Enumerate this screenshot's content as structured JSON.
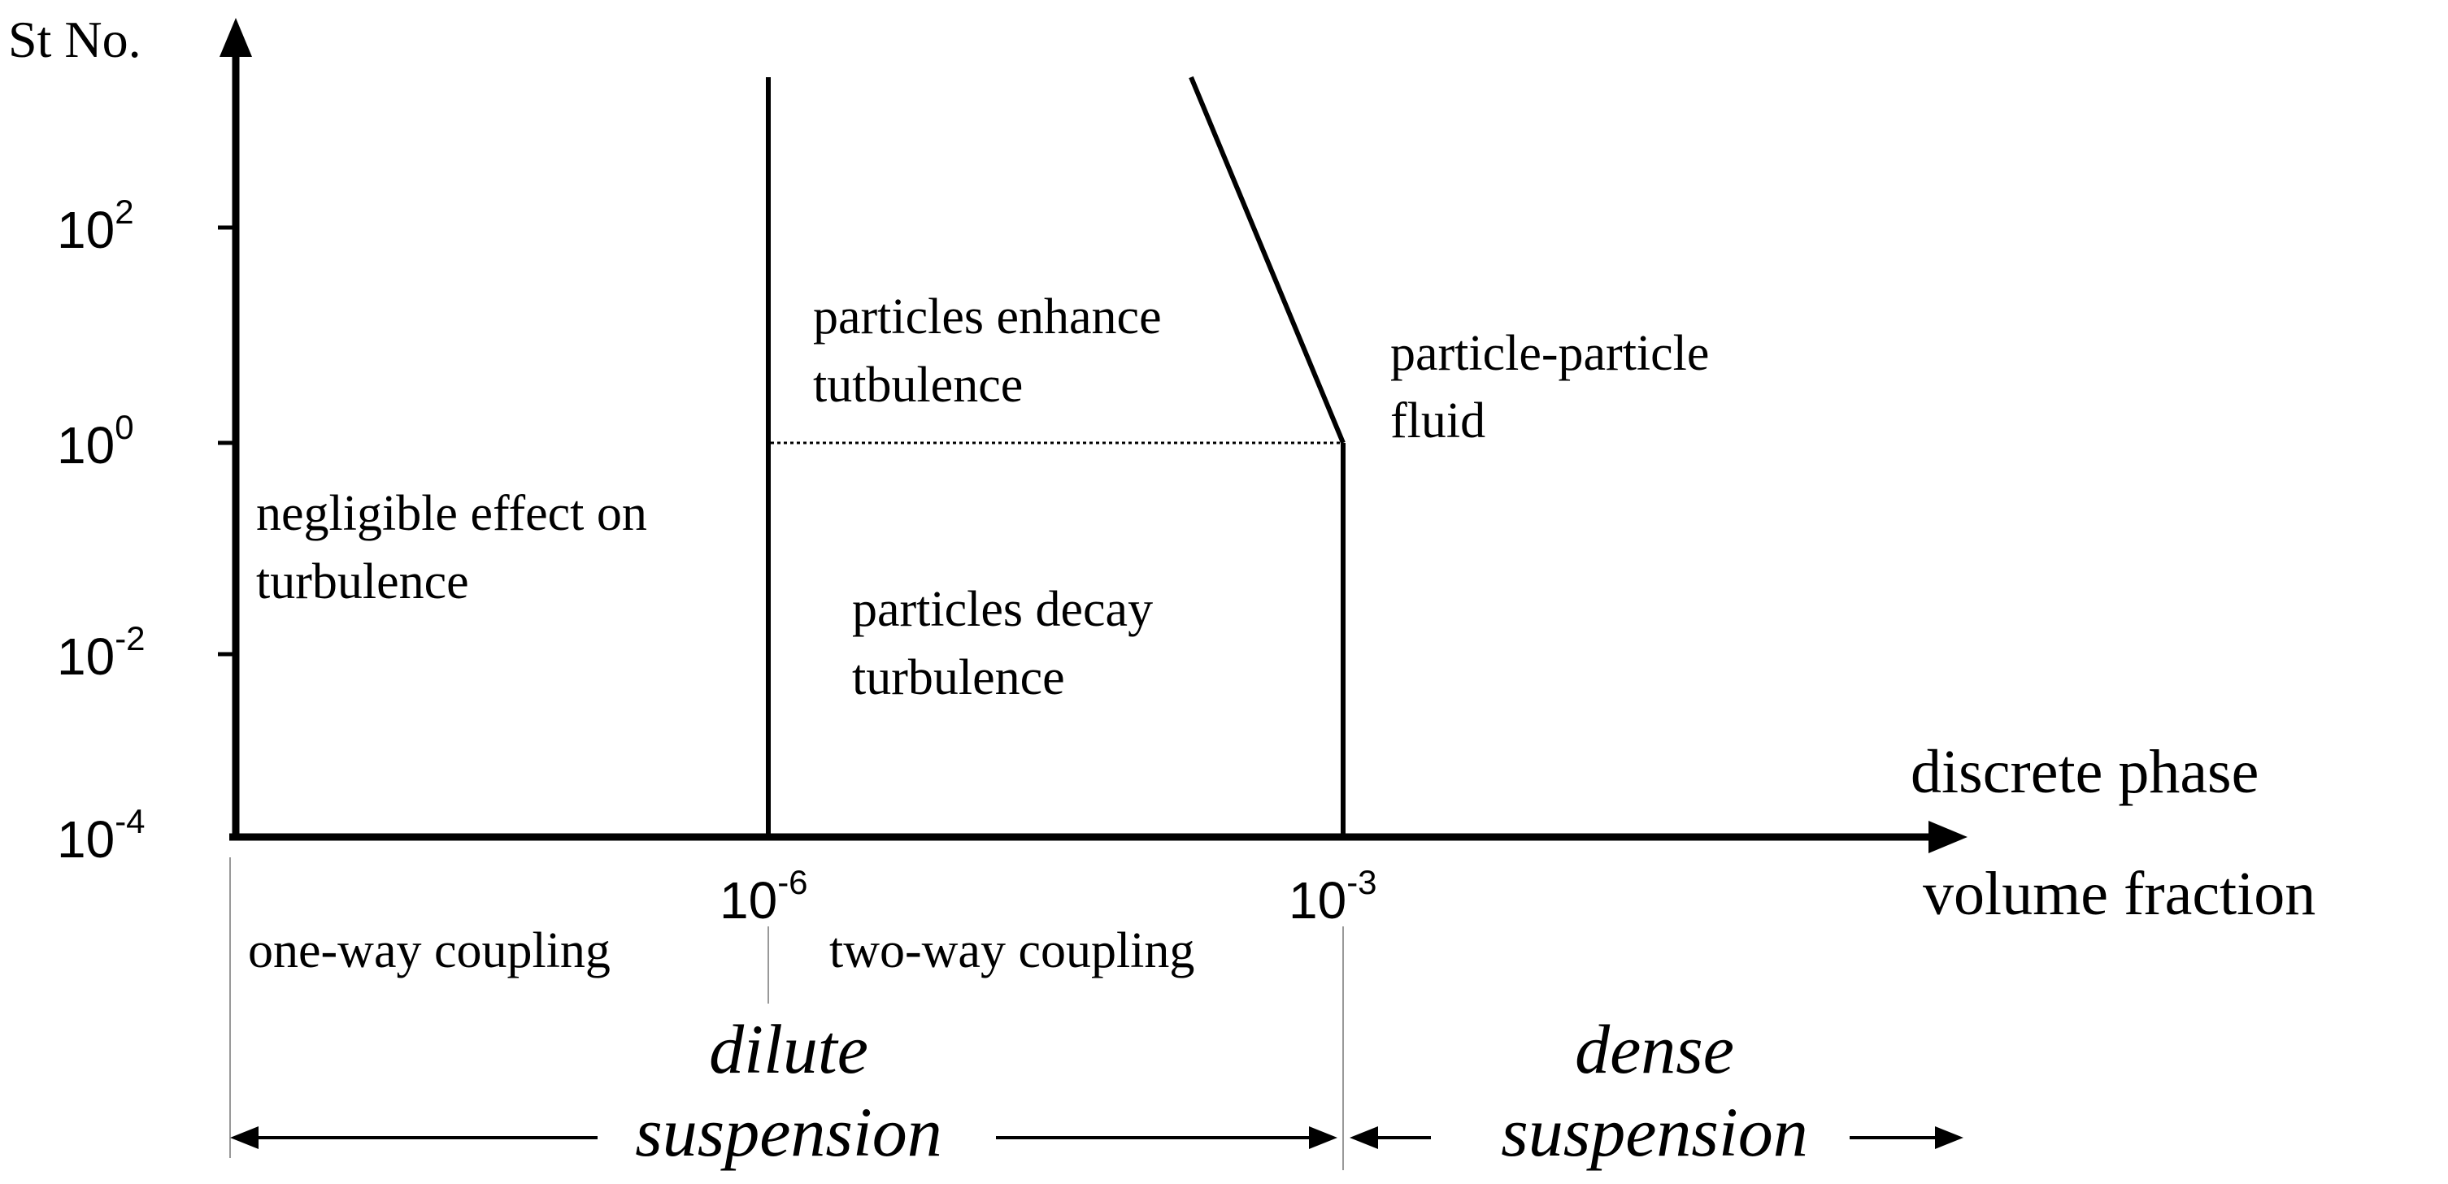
{
  "chart_data": {
    "type": "regime-map",
    "y_axis": {
      "title": "St No.",
      "scale": "log",
      "ticks": [
        {
          "value": 0.0001,
          "base": "10",
          "exp": "-4"
        },
        {
          "value": 0.01,
          "base": "10",
          "exp": "-2"
        },
        {
          "value": 1,
          "base": "10",
          "exp": "0"
        },
        {
          "value": 100,
          "base": "10",
          "exp": "2"
        }
      ]
    },
    "x_axis": {
      "title_line1": "discrete phase",
      "title_line2": "volume fraction",
      "scale": "log",
      "ticks": [
        {
          "value": 1e-06,
          "base": "10",
          "exp": "-6"
        },
        {
          "value": 0.001,
          "base": "10",
          "exp": "-3"
        }
      ]
    },
    "boundaries": [
      {
        "type": "vertical",
        "x": 1e-06,
        "y_from": 0.0001,
        "y_to": "top",
        "style": "solid"
      },
      {
        "type": "vertical",
        "x": 0.001,
        "y_from": 0.0001,
        "y_to": 1,
        "style": "solid"
      },
      {
        "type": "sloped",
        "from": {
          "x": 0.001,
          "y": 1
        },
        "to_direction": "up-left",
        "style": "solid"
      },
      {
        "type": "horizontal",
        "y": 1,
        "x_from": 1e-06,
        "x_to": 0.001,
        "style": "dotted"
      }
    ],
    "regions": [
      {
        "lines": [
          "negligible effect on",
          "turbulence"
        ]
      },
      {
        "lines": [
          "particles enhance",
          "tutbulence"
        ]
      },
      {
        "lines": [
          "particles decay",
          "turbulence"
        ]
      },
      {
        "lines": [
          "particle-particle",
          "fluid"
        ]
      }
    ],
    "coupling": [
      {
        "label": "one-way coupling"
      },
      {
        "label": "two-way coupling"
      }
    ],
    "suspension": [
      {
        "line1": "dilute",
        "line2": "suspension"
      },
      {
        "line1": "dense",
        "line2": "suspension"
      }
    ]
  }
}
